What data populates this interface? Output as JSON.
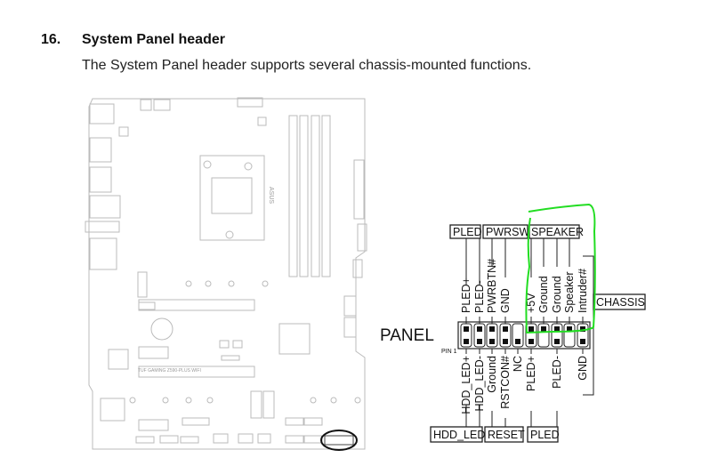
{
  "section": {
    "number": "16.",
    "title": "System Panel header",
    "description": "The System Panel header supports several chassis-mounted functions."
  },
  "board": {
    "model_label": "TUF GAMING Z590-PLUS WIFI",
    "brand_label": "ASUS"
  },
  "diagram": {
    "header_name": "PANEL",
    "pin1_label": "PIN 1",
    "top_groups": [
      "PLED",
      "PWRSW",
      "SPEAKER"
    ],
    "side_group": "CHASSIS",
    "bottom_groups": [
      "HDD_LED",
      "RESET",
      "PLED"
    ],
    "top_pins": [
      "PLED+",
      "PLED-",
      "PWRBTN#",
      "GND",
      "",
      "+5V",
      "Ground",
      "Ground",
      "Speaker",
      "Intruder#"
    ],
    "bottom_pins": [
      "HDD_LED+",
      "HDD_LED-",
      "Ground",
      "RSTCON#",
      "NC",
      "PLED+",
      "",
      "PLED-",
      "",
      "GND"
    ],
    "annotation_color": "#22dd22"
  }
}
